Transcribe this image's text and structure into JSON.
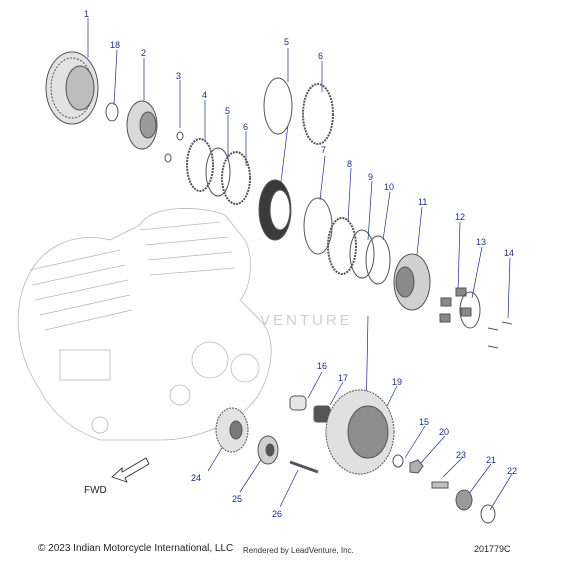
{
  "callouts": [
    {
      "id": "c1",
      "text": "1"
    },
    {
      "id": "c18",
      "text": "18"
    },
    {
      "id": "c2",
      "text": "2"
    },
    {
      "id": "c3",
      "text": "3"
    },
    {
      "id": "c4",
      "text": "4"
    },
    {
      "id": "c5a",
      "text": "5"
    },
    {
      "id": "c6a",
      "text": "6"
    },
    {
      "id": "c5b",
      "text": "5"
    },
    {
      "id": "c6b",
      "text": "6"
    },
    {
      "id": "c7",
      "text": "7"
    },
    {
      "id": "c8",
      "text": "8"
    },
    {
      "id": "c9",
      "text": "9"
    },
    {
      "id": "c10",
      "text": "10"
    },
    {
      "id": "c11",
      "text": "11"
    },
    {
      "id": "c12",
      "text": "12"
    },
    {
      "id": "c13",
      "text": "13"
    },
    {
      "id": "c14",
      "text": "14"
    },
    {
      "id": "c16",
      "text": "16"
    },
    {
      "id": "c17",
      "text": "17"
    },
    {
      "id": "c19",
      "text": "19"
    },
    {
      "id": "c15",
      "text": "15"
    },
    {
      "id": "c20",
      "text": "20"
    },
    {
      "id": "c23",
      "text": "23"
    },
    {
      "id": "c21",
      "text": "21"
    },
    {
      "id": "c22",
      "text": "22"
    },
    {
      "id": "c24",
      "text": "24"
    },
    {
      "id": "c25",
      "text": "25"
    },
    {
      "id": "c26",
      "text": "26"
    }
  ],
  "direction_label": "FWD",
  "watermark": "VENTURE",
  "footer": {
    "copyright": "© 2023 Indian Motorcycle International, LLC",
    "rendered_by": "Rendered by LeadVenture, Inc.",
    "diagram_number": "201779C"
  },
  "colors": {
    "callout": "#1a2e8a",
    "line": "#1a2e8a",
    "part": "#555555"
  }
}
